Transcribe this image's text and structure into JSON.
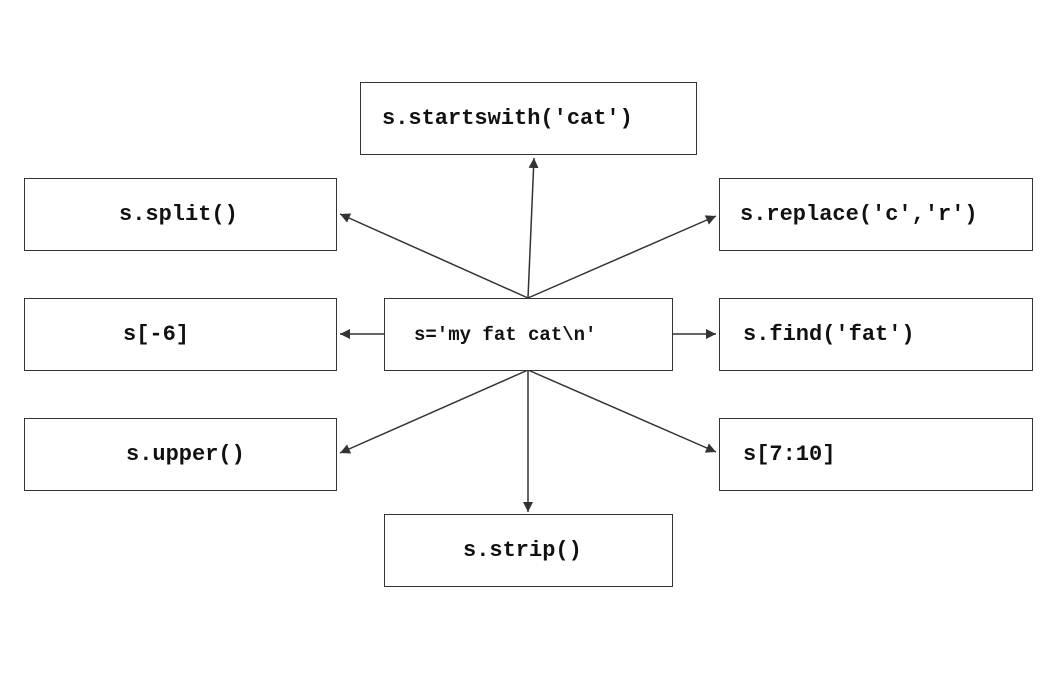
{
  "diagram": {
    "center": "s='my fat cat\\n'",
    "operations": {
      "startswith": "s.startswith('cat')",
      "split": "s.split()",
      "replace": "s.replace('c','r')",
      "index": "s[-6]",
      "find": "s.find('fat')",
      "upper": "s.upper()",
      "slice": "s[7:10]",
      "strip": "s.strip()"
    },
    "line_color": "#333333",
    "box_border_color": "#333333",
    "background_color": "#ffffff"
  }
}
